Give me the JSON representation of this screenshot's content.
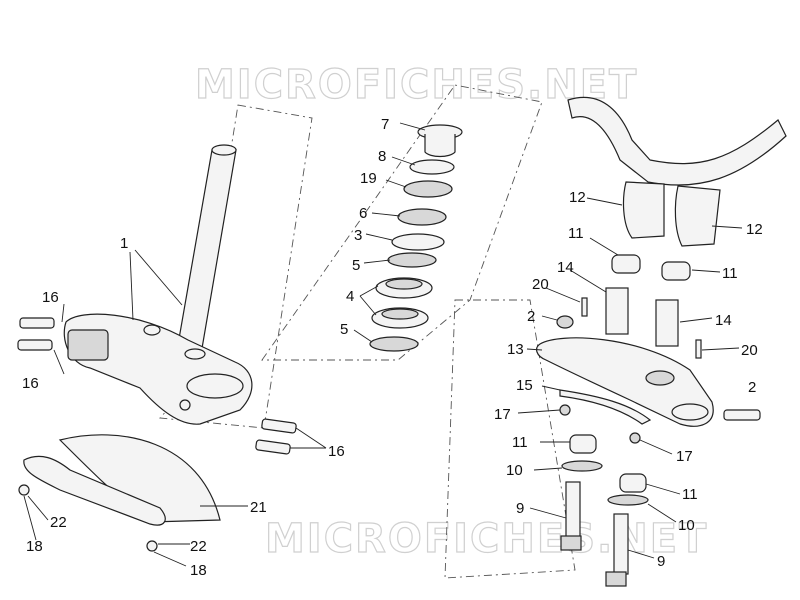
{
  "watermark": {
    "text": "MICROFICHES.NET"
  },
  "callouts": [
    {
      "id": "c1",
      "label": "1"
    },
    {
      "id": "c2a",
      "label": "2"
    },
    {
      "id": "c2b",
      "label": "2"
    },
    {
      "id": "c3",
      "label": "3"
    },
    {
      "id": "c4",
      "label": "4"
    },
    {
      "id": "c5a",
      "label": "5"
    },
    {
      "id": "c5b",
      "label": "5"
    },
    {
      "id": "c6",
      "label": "6"
    },
    {
      "id": "c7",
      "label": "7"
    },
    {
      "id": "c8",
      "label": "8"
    },
    {
      "id": "c9a",
      "label": "9"
    },
    {
      "id": "c9b",
      "label": "9"
    },
    {
      "id": "c10a",
      "label": "10"
    },
    {
      "id": "c10b",
      "label": "10"
    },
    {
      "id": "c11a",
      "label": "11"
    },
    {
      "id": "c11b",
      "label": "11"
    },
    {
      "id": "c11c",
      "label": "11"
    },
    {
      "id": "c11d",
      "label": "11"
    },
    {
      "id": "c12a",
      "label": "12"
    },
    {
      "id": "c12b",
      "label": "12"
    },
    {
      "id": "c13",
      "label": "13"
    },
    {
      "id": "c14a",
      "label": "14"
    },
    {
      "id": "c14b",
      "label": "14"
    },
    {
      "id": "c15",
      "label": "15"
    },
    {
      "id": "c16a",
      "label": "16"
    },
    {
      "id": "c16b",
      "label": "16"
    },
    {
      "id": "c16c",
      "label": "16"
    },
    {
      "id": "c17a",
      "label": "17"
    },
    {
      "id": "c17b",
      "label": "17"
    },
    {
      "id": "c18a",
      "label": "18"
    },
    {
      "id": "c18b",
      "label": "18"
    },
    {
      "id": "c19",
      "label": "19"
    },
    {
      "id": "c20a",
      "label": "20"
    },
    {
      "id": "c20b",
      "label": "20"
    },
    {
      "id": "c21",
      "label": "21"
    },
    {
      "id": "c22a",
      "label": "22"
    },
    {
      "id": "c22b",
      "label": "22"
    }
  ]
}
